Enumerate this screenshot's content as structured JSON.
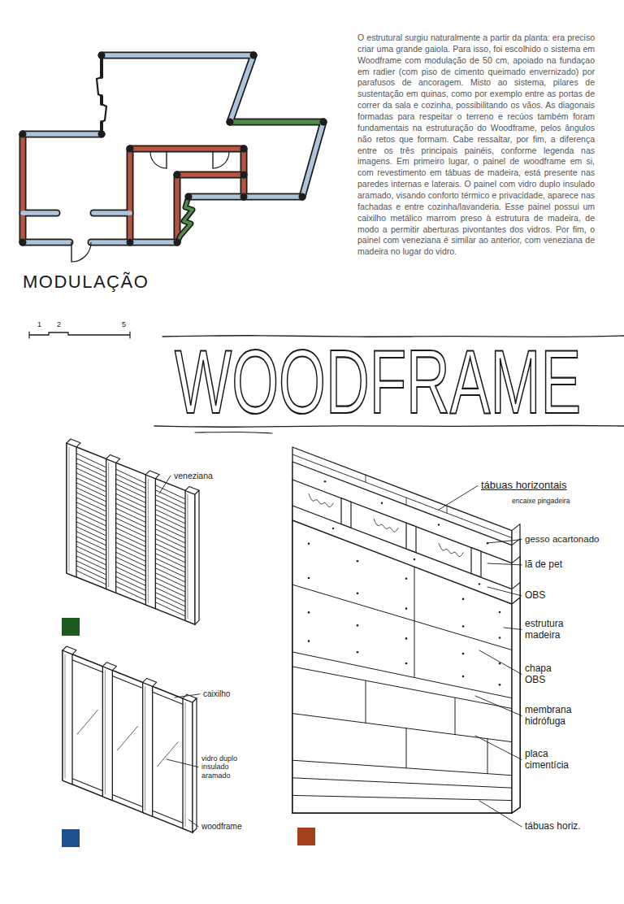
{
  "diagram": {
    "title": "WOODFRAME",
    "labels": [
      "O estrutural surgiu naturalmente a partir da planta: era preciso criar uma grande gaiola. Para isso, foi escolhido o sistema em Woodframe com modulação de 50 cm, apoiado na fundaçao em radier (com piso de cimento queimado envernizado) por parafusos de ancoragem. Misto ao sistema, pilares de sustentação em quinas, como por exemplo entre as portas de correr da sala e cozinha, possibilitando os vãos. As diagonais formadas para respeitar o terreno e recúos também foram fundamentais na estruturação do Woodframe, pelos ângulos não retos que formam. Cabe ressaltar, por fim, a diferença entre os três principais painéis, conforme legenda nas imagens. Em primeiro lugar, o painel de woodframe em si, com revestimento em tábuas de madeira, está presente nas paredes internas e laterais. O painel com vidro duplo insulado aramado, visando conforto térmico e privacidade, aparece nas fachadas e entre cozinha/lavanderia. Esse painel possui um caixilho metálico marrom preso à estrutura de madeira, de modo a permitir aberturas pivontantes dos vidros. Por fim, o painel com veneziana é similar ao anterior, com veneziana de madeira no lugar do vidro.",
      "MODULAÇÃO",
      "1",
      "2",
      "5",
      "veneziana",
      "caixilho",
      "vidro duplo insulado aramado",
      "woodframe",
      "tábuas horizontais",
      "encaixe pingadeira",
      "gesso acartonado",
      "lã de pet",
      "OBS",
      "estrutura madeira",
      "chapa OBS",
      "membrana hidrófuga",
      "placa cimentícia",
      "tábuas horiz."
    ]
  }
}
